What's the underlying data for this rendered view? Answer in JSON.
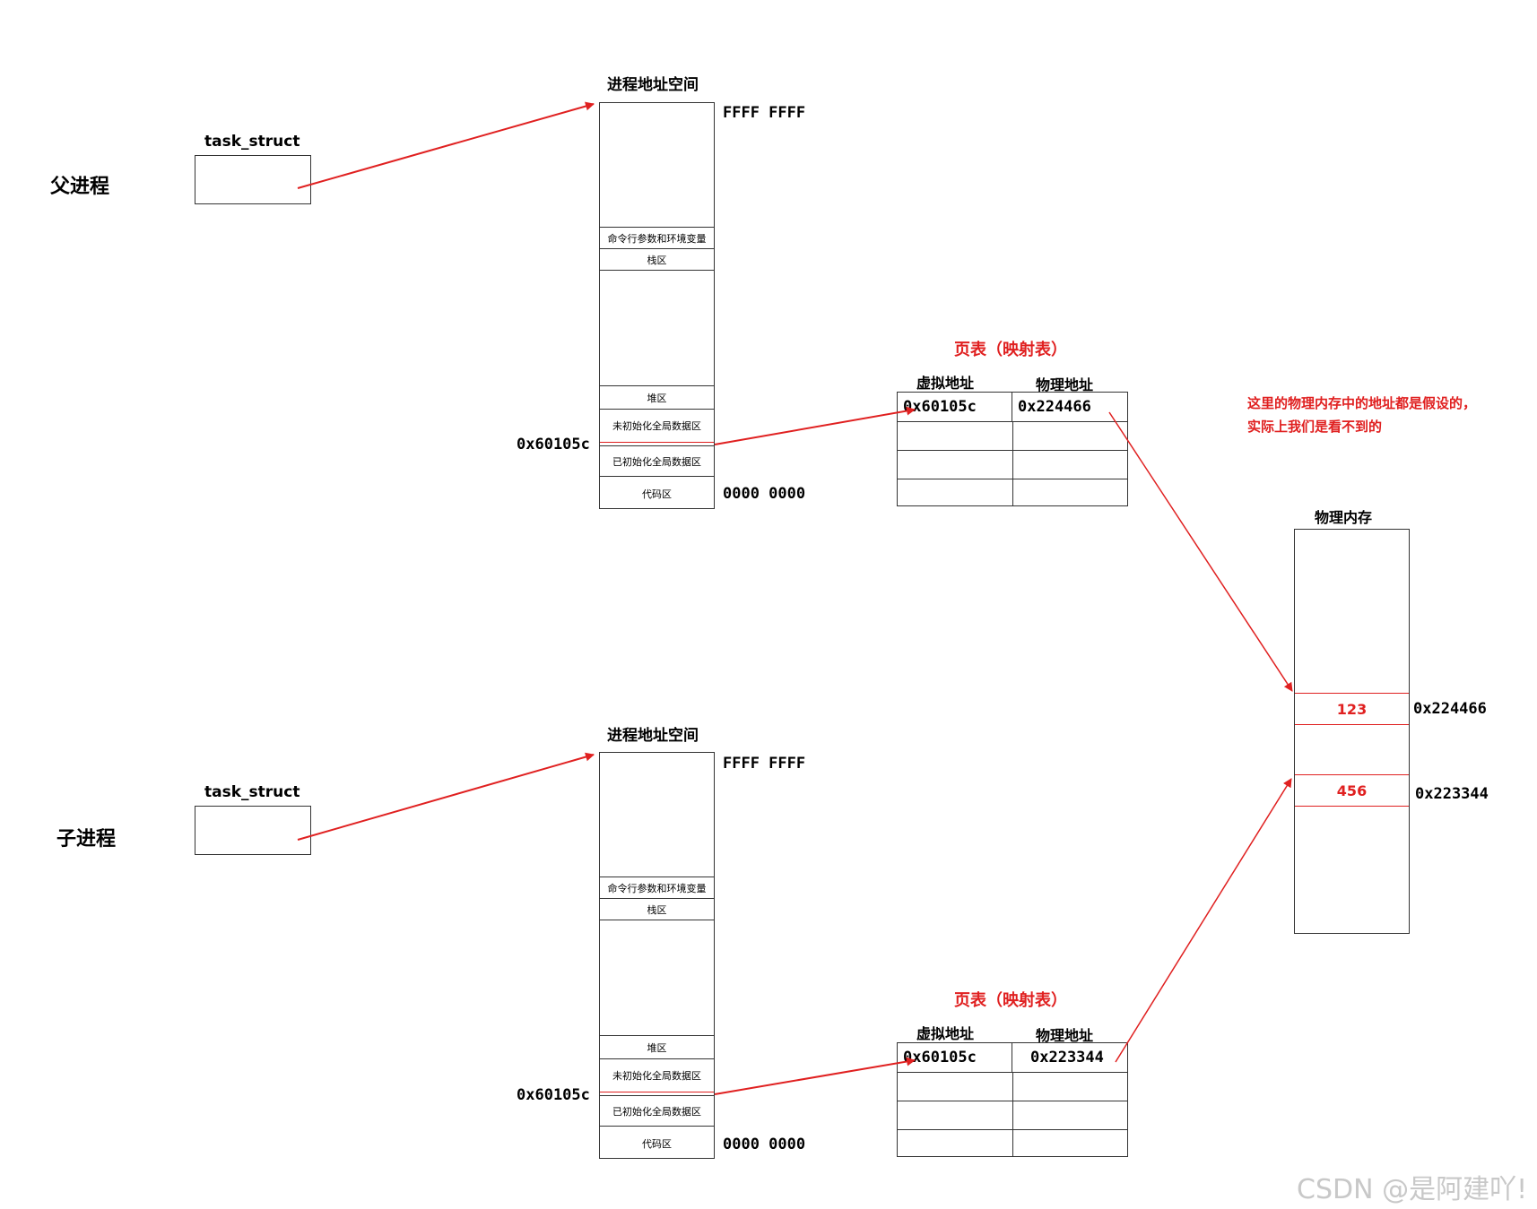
{
  "parent": {
    "process_label": "父进程",
    "task_struct_label": "task_struct",
    "addr_space_title": "进程地址空间",
    "top_addr": "FFFF FFFF",
    "bottom_addr": "0000 0000",
    "segments": [
      "命令行参数和环境变量",
      "栈区",
      "堆区",
      "未初始化全局数据区",
      "已初始化全局数据区",
      "代码区"
    ],
    "var_addr": "0x60105c",
    "page_table_title": "页表（映射表）",
    "pt_col_virtual": "虚拟地址",
    "pt_col_physical": "物理地址",
    "pt_virtual": "0x60105c",
    "pt_physical": "0x224466"
  },
  "child": {
    "process_label": "子进程",
    "task_struct_label": "task_struct",
    "addr_space_title": "进程地址空间",
    "top_addr": "FFFF FFFF",
    "bottom_addr": "0000 0000",
    "segments": [
      "命令行参数和环境变量",
      "栈区",
      "堆区",
      "未初始化全局数据区",
      "已初始化全局数据区",
      "代码区"
    ],
    "var_addr": "0x60105c",
    "page_table_title": "页表（映射表）",
    "pt_col_virtual": "虚拟地址",
    "pt_col_physical": "物理地址",
    "pt_virtual": "0x60105c",
    "pt_physical": "0x223344"
  },
  "physical_memory": {
    "title": "物理内存",
    "note": "这里的物理内存中的地址都是假设的，实际上我们是看不到的",
    "cell1_value": "123",
    "cell1_addr": "0x224466",
    "cell2_value": "456",
    "cell2_addr": "0x223344"
  },
  "watermark": "CSDN @是阿建吖!",
  "colors": {
    "accent": "#e02020",
    "line": "#333333"
  }
}
